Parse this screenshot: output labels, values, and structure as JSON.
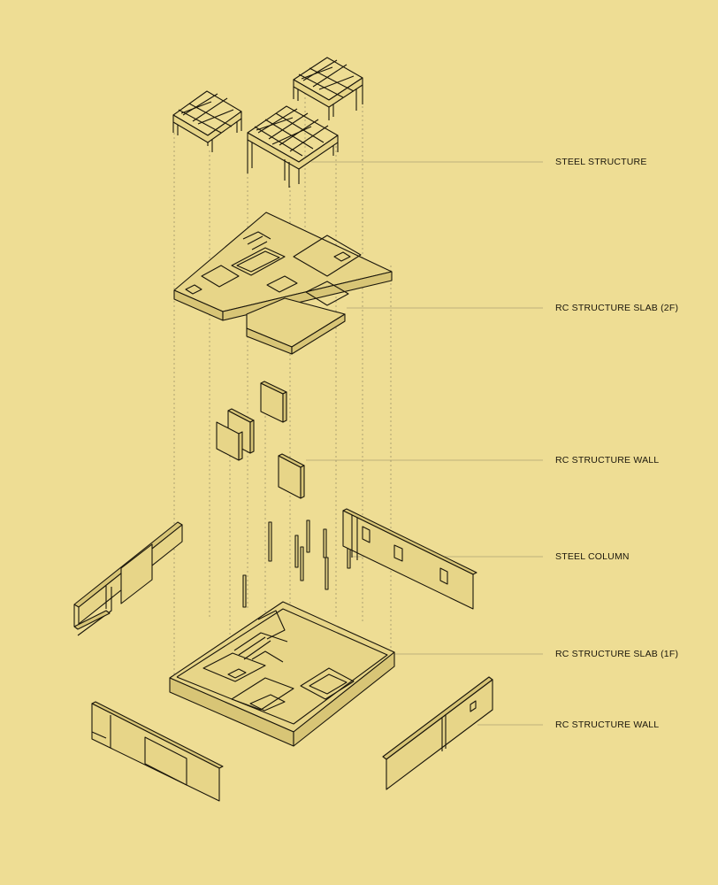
{
  "labels": [
    "STEEL STRUCTURE",
    "RC STRUCTURE SLAB (2F)",
    "RC STRUCTURE WALL",
    "STEEL COLUMN",
    "RC STRUCTURE SLAB (1F)",
    "RC STRUCTURE WALL"
  ],
  "colors": {
    "paper": "#eedd94",
    "ink": "#1a160b",
    "face": "#e7d588",
    "shade": "#d8c576",
    "leader": "#8f8562"
  }
}
